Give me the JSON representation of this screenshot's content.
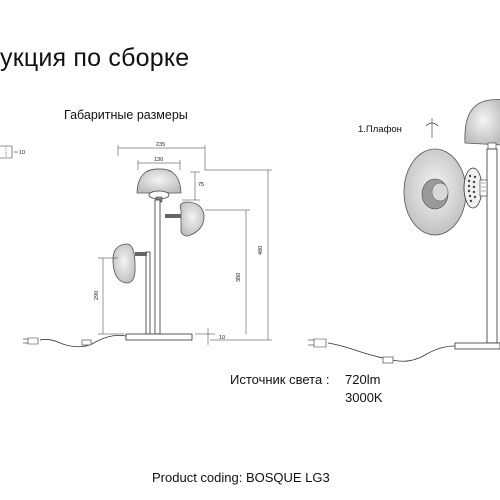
{
  "title": "укция по сборке",
  "dimensions_heading": "Габаритные размеры",
  "part_label": "1.Плафон",
  "light_source": {
    "label": "Источник света :",
    "lumen": "720lm",
    "cct": "3000K"
  },
  "product_coding": "Product coding: BOSQUE LG3",
  "dimensions": {
    "overall_width": "235",
    "top_shade_width": "130",
    "top_offset": "75",
    "total_height": "480",
    "upper_height": "380",
    "lower_height": "290",
    "base_thickness": "10",
    "edge_thickness": "10"
  },
  "colors": {
    "line": "#222222",
    "shade_fill": "#e3e3e3",
    "shade_edge": "#555555"
  }
}
